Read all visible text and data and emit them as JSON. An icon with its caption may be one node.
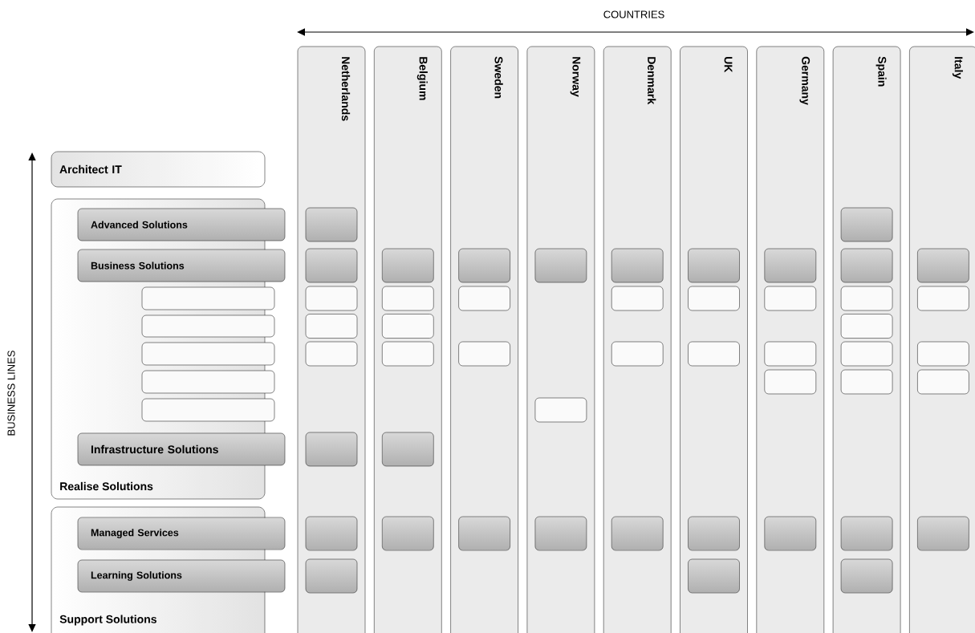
{
  "diagram": {
    "nodes": [
      {
        "text": [
          "Architect IT"
        ]
      },
      {
        "text": [
          "Realise Solutions"
        ]
      },
      {
        "text": [
          "Advanced Solutions"
        ]
      },
      {
        "text": [
          "Business Solutions"
        ]
      },
      {
        "text": [],
        "shape": "box"
      },
      {
        "text": [],
        "shape": "box"
      },
      {
        "text": [],
        "shape": "box"
      },
      {
        "text": [],
        "shape": "box"
      },
      {
        "text": [],
        "shape": "box"
      },
      {
        "text": [
          "Infrastructure Solutions"
        ]
      },
      {
        "text": [
          "Support Solutions"
        ]
      },
      {
        "text": [
          "Managed Services"
        ]
      },
      {
        "text": [
          "Learning Solutions"
        ]
      },
      {
        "text": [
          "Netherlands"
        ]
      },
      {
        "text": [
          "Belgium"
        ]
      },
      {
        "text": [
          "Sweden"
        ]
      },
      {
        "text": [
          "Norway"
        ]
      },
      {
        "text": [
          "Denmark"
        ]
      },
      {
        "text": [
          "UK"
        ]
      },
      {
        "text": [
          "Germany"
        ]
      },
      {
        "text": [
          "Spain"
        ]
      },
      {
        "text": [
          "Italy"
        ]
      },
      {
        "text": [],
        "shape": "box",
        "in": 13
      },
      {
        "text": [],
        "shape": "box",
        "in": 13
      },
      {
        "text": [],
        "shape": "box",
        "in": 13
      },
      {
        "text": [],
        "shape": "box",
        "in": 13
      },
      {
        "text": [],
        "shape": "box",
        "in": 13
      },
      {
        "text": [],
        "shape": "box",
        "in": 13
      },
      {
        "text": [],
        "shape": "box",
        "in": 13
      },
      {
        "text": [],
        "shape": "box",
        "in": 13
      },
      {
        "text": [],
        "shape": "box",
        "in": 14
      },
      {
        "text": [],
        "shape": "box",
        "in": 14
      },
      {
        "text": [],
        "shape": "box",
        "in": 14
      },
      {
        "text": [],
        "shape": "box",
        "in": 14
      },
      {
        "text": [],
        "shape": "box",
        "in": 14
      },
      {
        "text": [],
        "shape": "box",
        "in": 14
      },
      {
        "text": [],
        "shape": "box",
        "in": 15
      },
      {
        "text": [],
        "shape": "box",
        "in": 15
      },
      {
        "text": [],
        "shape": "box",
        "in": 15
      },
      {
        "text": [],
        "shape": "box",
        "in": 15
      },
      {
        "text": [],
        "shape": "box",
        "in": 16
      },
      {
        "text": [],
        "shape": "box",
        "in": 16
      },
      {
        "text": [],
        "shape": "box",
        "in": 16
      },
      {
        "text": [],
        "shape": "box",
        "in": 17
      },
      {
        "text": [],
        "shape": "box",
        "in": 17
      },
      {
        "text": [],
        "shape": "box",
        "in": 17
      },
      {
        "text": [],
        "shape": "box",
        "in": 17
      },
      {
        "text": [],
        "shape": "box",
        "in": 18
      },
      {
        "text": [],
        "shape": "box",
        "in": 18
      },
      {
        "text": [],
        "shape": "box",
        "in": 18
      },
      {
        "text": [],
        "shape": "box",
        "in": 18
      },
      {
        "text": [],
        "shape": "box",
        "in": 18
      },
      {
        "text": [],
        "shape": "box",
        "in": 19
      },
      {
        "text": [],
        "shape": "box",
        "in": 19
      },
      {
        "text": [],
        "shape": "box",
        "in": 19
      },
      {
        "text": [],
        "shape": "box",
        "in": 19
      },
      {
        "text": [],
        "shape": "box",
        "in": 19
      },
      {
        "text": [],
        "shape": "box",
        "in": 20
      },
      {
        "text": [],
        "shape": "box",
        "in": 20
      },
      {
        "text": [],
        "shape": "box",
        "in": 20
      },
      {
        "text": [],
        "shape": "box",
        "in": 20
      },
      {
        "text": [],
        "shape": "box",
        "in": 20
      },
      {
        "text": [],
        "shape": "box",
        "in": 20
      },
      {
        "text": [],
        "shape": "box",
        "in": 20
      },
      {
        "text": [],
        "shape": "box",
        "in": 20
      },
      {
        "text": [],
        "shape": "box",
        "in": 21
      },
      {
        "text": [],
        "shape": "box",
        "in": 21
      },
      {
        "text": [],
        "shape": "box",
        "in": 21
      },
      {
        "text": [],
        "shape": "box",
        "in": 21
      },
      {
        "text": [],
        "shape": "box",
        "in": 21
      }
    ],
    "labels": [
      "COUNTRIES",
      "BUSINESS LINES"
    ]
  }
}
